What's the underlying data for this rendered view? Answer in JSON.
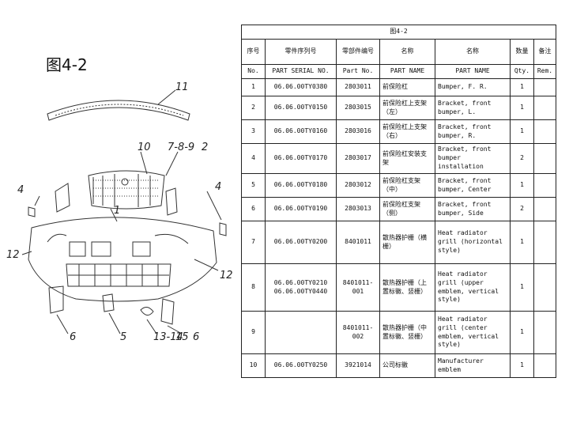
{
  "figure": {
    "label": "图4-2"
  },
  "table": {
    "caption": "图4-2",
    "header_zh": {
      "seq": "序号",
      "serial": "零件序列号",
      "partno": "零部件编号",
      "name_zh": "名称",
      "name_en": "名称",
      "qty": "数量",
      "rem": "备注"
    },
    "header_en": {
      "seq": "No.",
      "serial": "PART SERIAL NO.",
      "partno": "Part No.",
      "name_zh": "PART NAME",
      "name_en": "PART NAME",
      "qty": "Qty.",
      "rem": "Rem."
    },
    "rows": [
      {
        "no": "1",
        "serial": "06.06.00TY0380",
        "partno": "2803011",
        "name_zh": "前保险杠",
        "name_en": "Bumper, F. R.",
        "qty": "1",
        "rem": ""
      },
      {
        "no": "2",
        "serial": "06.06.00TY0150",
        "partno": "2803015",
        "name_zh": "前保险杠上支架（左）",
        "name_en": "Bracket, front bumper, L.",
        "qty": "1",
        "rem": ""
      },
      {
        "no": "3",
        "serial": "06.06.00TY0160",
        "partno": "2803016",
        "name_zh": "前保险杠上支架（右）",
        "name_en": "Bracket, front bumper, R.",
        "qty": "1",
        "rem": ""
      },
      {
        "no": "4",
        "serial": "06.06.00TY0170",
        "partno": "2803017",
        "name_zh": "前保险杠安装支架",
        "name_en": "Bracket, front bumper installation",
        "qty": "2",
        "rem": ""
      },
      {
        "no": "5",
        "serial": "06.06.00TY0180",
        "partno": "2803012",
        "name_zh": "前保险杠支架（中）",
        "name_en": "Bracket, front bumper, Center",
        "qty": "1",
        "rem": ""
      },
      {
        "no": "6",
        "serial": "06.06.00TY0190",
        "partno": "2803013",
        "name_zh": "前保险杠支架（侧）",
        "name_en": "Bracket, front bumper, Side",
        "qty": "2",
        "rem": ""
      },
      {
        "no": "7",
        "serial": "06.06.00TY0200",
        "partno": "8401011",
        "name_zh": "散热器护栅（横栅）",
        "name_en": "Heat radiator grill (horizontal style)",
        "qty": "1",
        "rem": ""
      },
      {
        "no": "8",
        "serial": "06.06.00TY0210 06.06.00TY0440",
        "partno": "8401011-001",
        "name_zh": "散热器护栅（上置标徽、竖栅）",
        "name_en": "Heat radiator grill (upper emblem, vertical style)",
        "qty": "1",
        "rem": ""
      },
      {
        "no": "9",
        "serial": "",
        "partno": "8401011-002",
        "name_zh": "散热器护栅（中置标徽、竖栅）",
        "name_en": "Heat radiator grill (center emblem, vertical style)",
        "qty": "1",
        "rem": ""
      },
      {
        "no": "10",
        "serial": "06.06.00TY0250",
        "partno": "3921014",
        "name_zh": "公司标徽",
        "name_en": "Manufacturer emblem",
        "qty": "1",
        "rem": ""
      }
    ]
  },
  "callouts": {
    "c11": "11",
    "c10": "10",
    "c789": "7-8-9",
    "c2": "2",
    "c4a": "4",
    "c4b": "4",
    "c1": "1",
    "c12a": "12",
    "c12b": "12",
    "c6a": "6",
    "c5": "5",
    "c1314": "13-14",
    "c15": "15",
    "c6b": "6"
  }
}
